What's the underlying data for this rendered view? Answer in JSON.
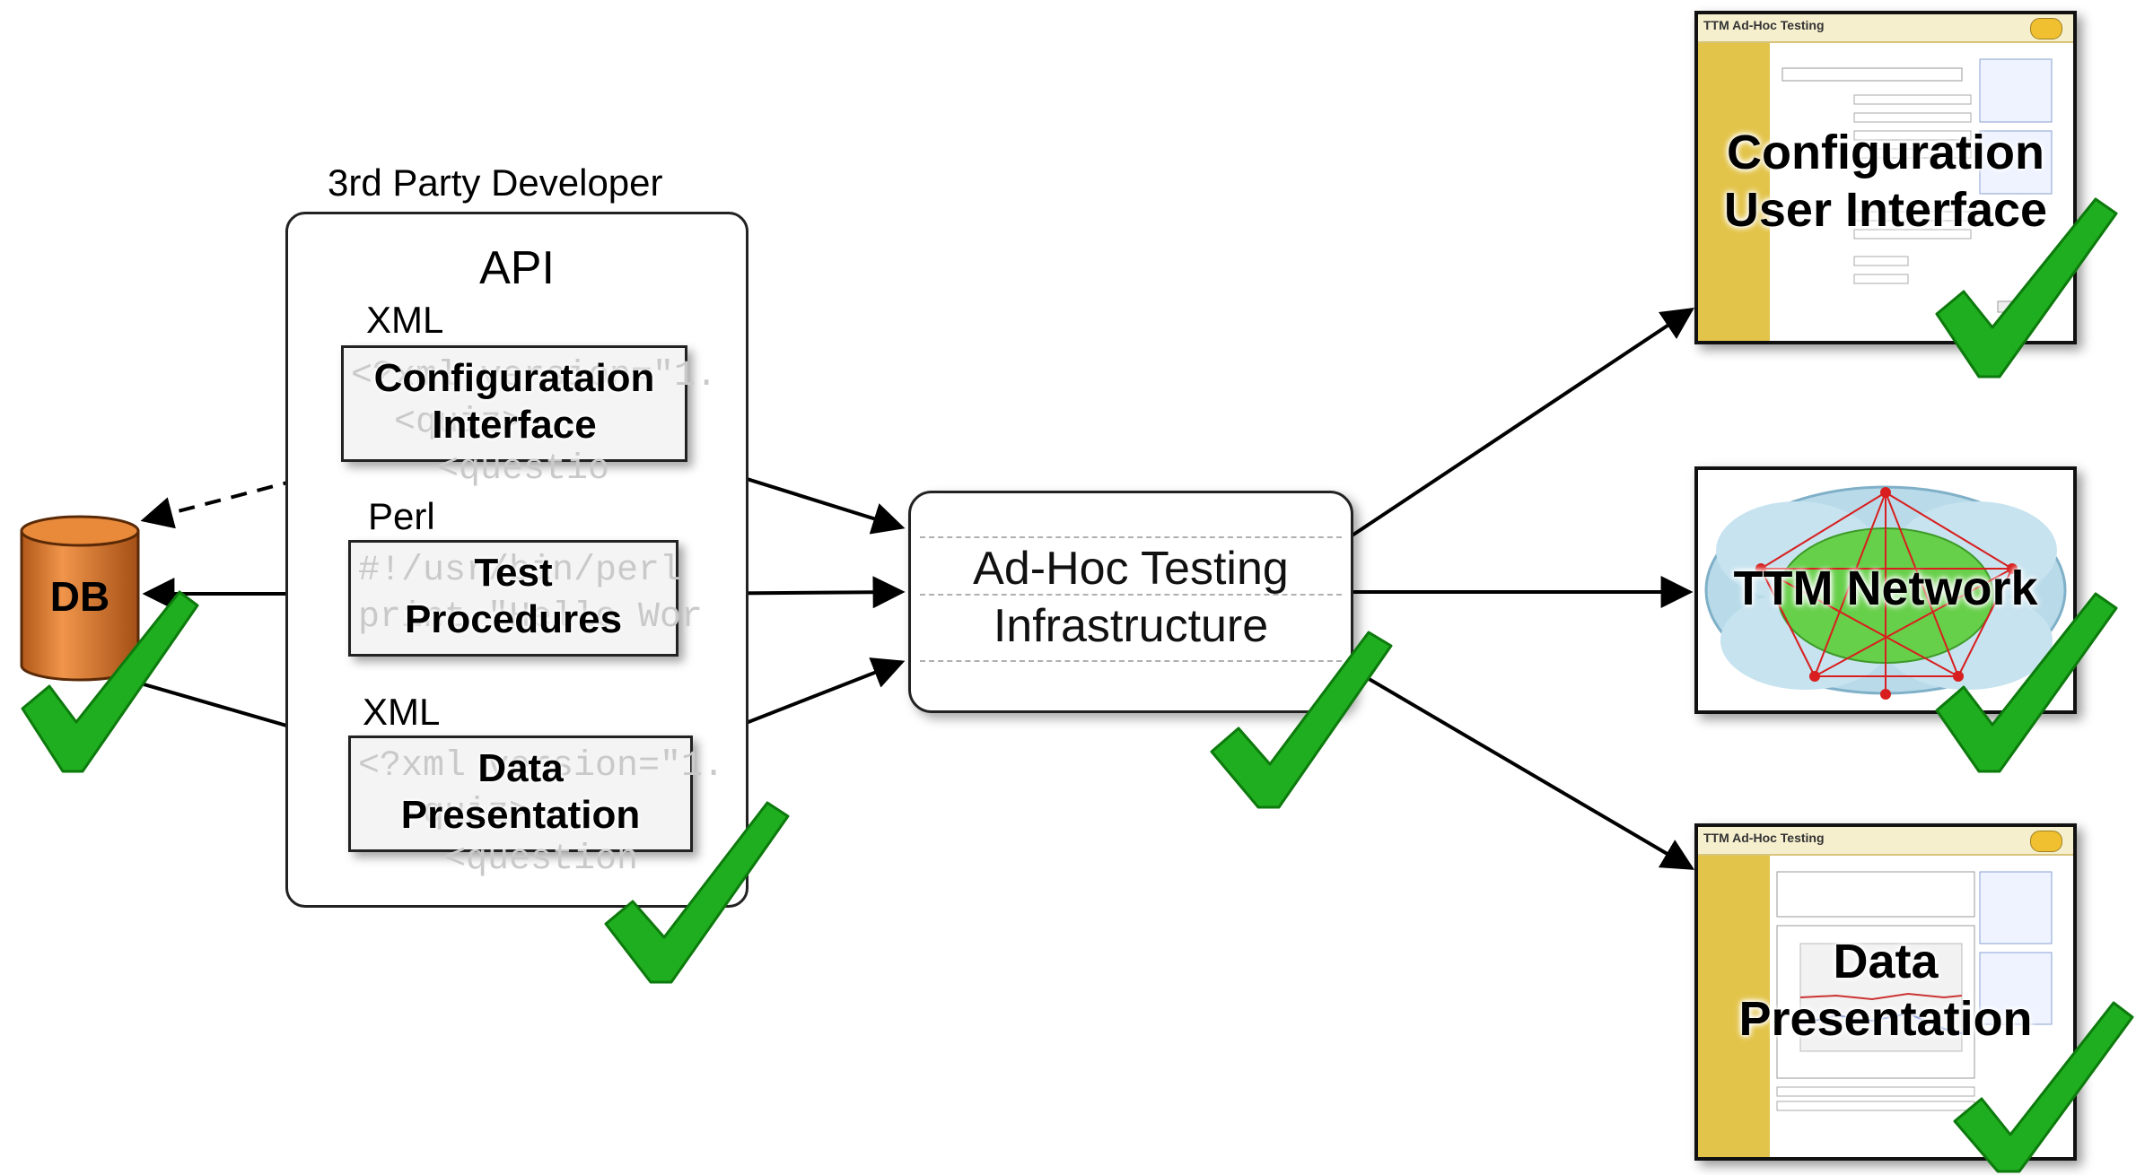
{
  "third_party_label": "3rd Party Developer",
  "api_label": "API",
  "db_label": "DB",
  "modules": [
    {
      "format": "XML",
      "title_line1": "Configurataion",
      "title_line2": "Interface",
      "code_line1": "<?xml version=\"1.",
      "code_line2": "  <quiz>",
      "code_line3": "    <questio"
    },
    {
      "format": "Perl",
      "title_line1": "Test",
      "title_line2": "Procedures",
      "code_line1": "#!/usr/bin/perl",
      "code_line2": "print \"Hello Wor",
      "code_line3": ""
    },
    {
      "format": "XML",
      "title_line1": "Data",
      "title_line2": "Presentation",
      "code_line1": "<?xml version=\"1.",
      "code_line2": "  <quiz>",
      "code_line3": "    <question"
    }
  ],
  "infrastructure": {
    "line1": "Ad-Hoc Testing",
    "line2": "Infrastructure"
  },
  "outputs": [
    {
      "line1": "Configuration",
      "line2": "User Interface",
      "app_title": "TTM Ad-Hoc Testing"
    },
    {
      "line1": "TTM Network"
    },
    {
      "line1": "Data",
      "line2": "Presentation",
      "app_title": "TTM Ad-Hoc Testing"
    }
  ],
  "colors": {
    "check": "#1fae1f",
    "check_outline": "#0d7a0d",
    "db_fill": "#d8782a",
    "sidebar": "#e3c44a",
    "cloud": "#b9dbe9",
    "network_core": "#67d04a",
    "network_links": "#d81e1e"
  }
}
